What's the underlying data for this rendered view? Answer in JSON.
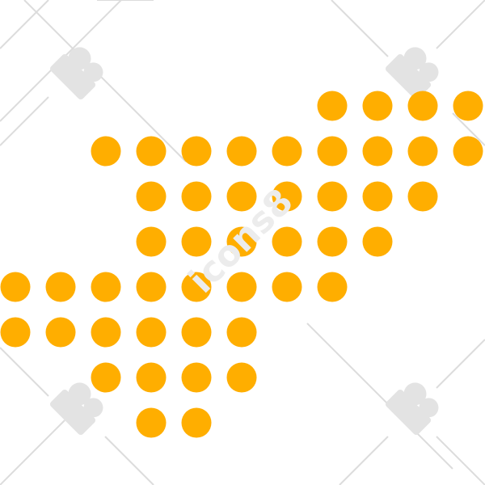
{
  "image": {
    "dot_color": "#FFAE00",
    "watermark_color": "#E0E0E0",
    "watermark_text": "icons8",
    "grid_rows": [
      {
        "row": 1,
        "cols": [
          7,
          8,
          9,
          10
        ]
      },
      {
        "row": 2,
        "cols": [
          2,
          3,
          4,
          5,
          6,
          7,
          8,
          9,
          10
        ]
      },
      {
        "row": 3,
        "cols": [
          3,
          4,
          5,
          6,
          7,
          8,
          9
        ]
      },
      {
        "row": 4,
        "cols": [
          3,
          4,
          5,
          6,
          7,
          8
        ]
      },
      {
        "row": 5,
        "cols": [
          0,
          1,
          2,
          3,
          4,
          5,
          6,
          7
        ]
      },
      {
        "row": 6,
        "cols": [
          0,
          1,
          2,
          3,
          4,
          5
        ]
      },
      {
        "row": 7,
        "cols": [
          2,
          3,
          4,
          5
        ]
      },
      {
        "row": 8,
        "cols": [
          3,
          4
        ]
      }
    ]
  }
}
